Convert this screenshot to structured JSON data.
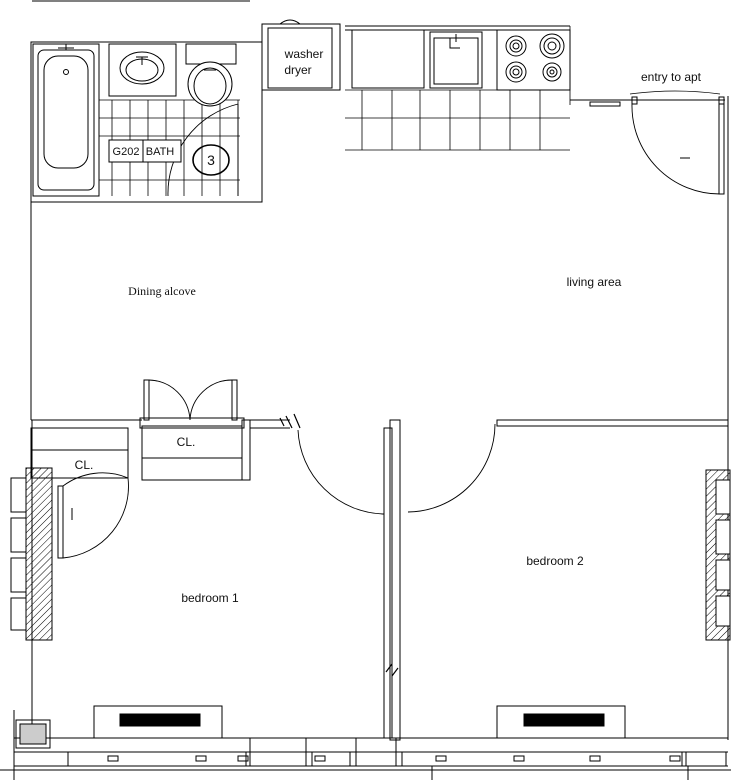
{
  "rooms": {
    "washer_dryer": [
      "washer",
      "dryer"
    ],
    "entry": "entry to apt",
    "dining": "Dining alcove",
    "living": "living area",
    "bedroom1": "bedroom 1",
    "bedroom2": "bedroom 2"
  },
  "bathroom": {
    "code": "G202",
    "name": "BATH",
    "tag_number": "3"
  },
  "closets": {
    "closet_left": "CL.",
    "closet_center": "CL."
  },
  "colors": {
    "line": "#000000",
    "background": "#ffffff"
  }
}
